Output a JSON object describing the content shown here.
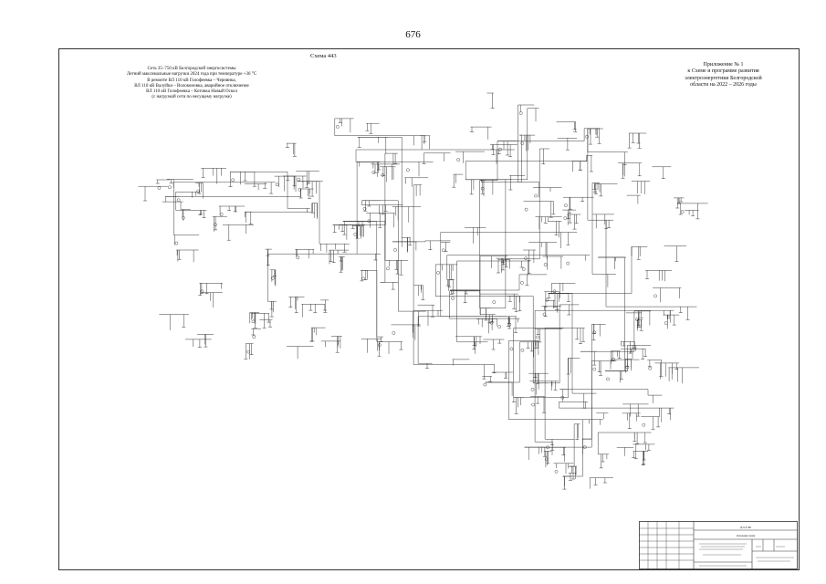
{
  "page": {
    "number": "676",
    "scheme_title": "Схема 443",
    "left_note": [
      "Сеть 35–750 кВ Белгородской энергосистемы",
      "Летний максимальные нагрузки 2024 года при температуре +36 °С",
      "В ремонте ВЛ 110 кВ Голофеевка – Чернянка,",
      "ВЛ 110 кВ Валуйки – Волоконовка, аварийное отключение",
      "ВЛ 110 кВ Голофеевка – Котовка Новый Оскол",
      "(с нагрузкой сети по несущему нагрузке)"
    ],
    "appendix": [
      "Приложение № 1",
      "к Схеме и программе развития",
      "электроэнергетики Белгородской",
      "области на 2022 – 2026 годы"
    ],
    "stamp": {
      "code": "ДЭ-ГЭР",
      "name": "Основная схема"
    }
  }
}
